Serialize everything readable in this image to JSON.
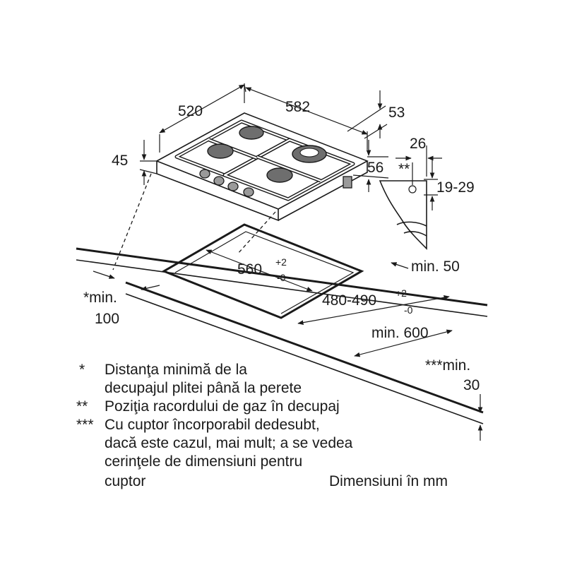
{
  "hob": {
    "width": "582",
    "depth": "520",
    "height": "45",
    "edge_to_back": "53",
    "offset_front": "56"
  },
  "gas_connection": {
    "marker": "**",
    "width": "26",
    "height_range": "19-29"
  },
  "cutout": {
    "width_main": "560",
    "width_tol_upper": "+2",
    "width_tol_lower": "-0",
    "depth_main": "480-490",
    "depth_tol_upper": "+2",
    "depth_tol_lower": "-0"
  },
  "clearances": {
    "back_wall": "min. 50",
    "front_edge": "min. 600",
    "side_label": "*min.",
    "side_value": "100",
    "below_label": "***min.",
    "below_value": "30"
  },
  "notes": [
    {
      "marker": "*",
      "lines": [
        "Distanţa minimă de la",
        "decupajul plitei până la perete"
      ]
    },
    {
      "marker": "**",
      "lines": [
        "Poziţia racordului de gaz în decupaj"
      ]
    },
    {
      "marker": "***",
      "lines": [
        "Cu cuptor încorporabil dedesubt,",
        "dacă este cazul, mai mult; a se vedea",
        "cerinţele de dimensiuni pentru",
        "cuptor"
      ]
    }
  ],
  "units_label": "Dimensiuni în mm",
  "icons": [
    "hob-drawing",
    "gas-connection-detail",
    "dimension-arrow"
  ]
}
